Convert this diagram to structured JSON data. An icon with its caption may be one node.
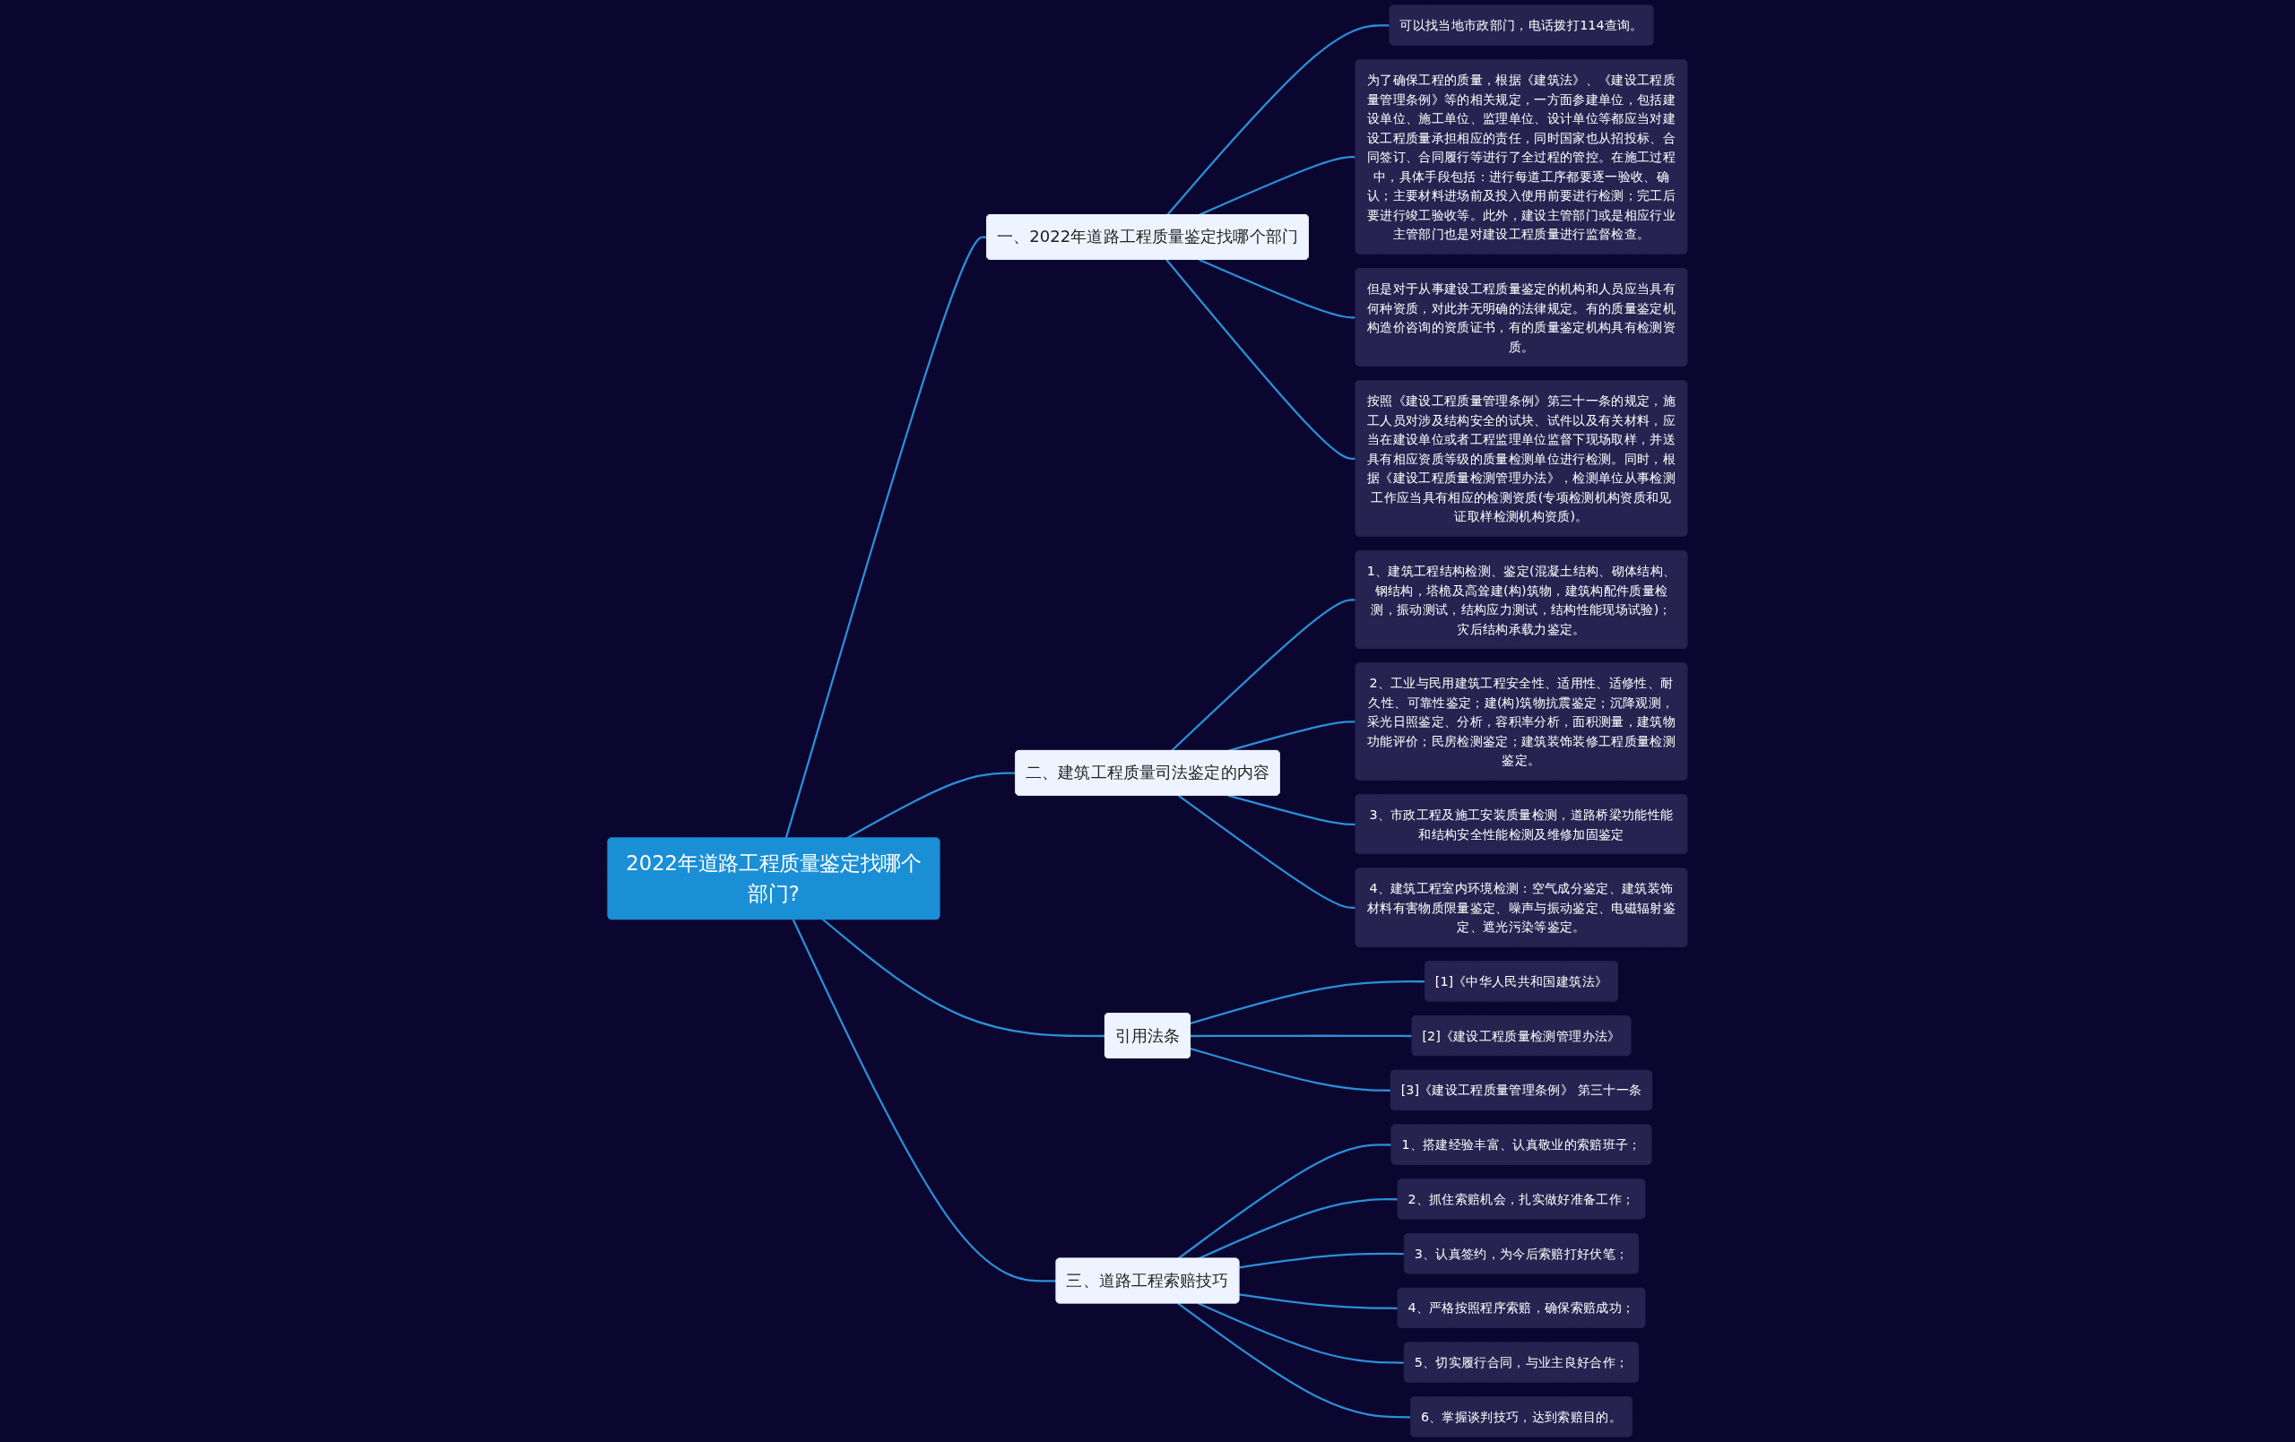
{
  "diagram": {
    "nodes": [
      {
        "text": [
          "2022年道路工程质量鉴定找哪个部门?"
        ]
      },
      {
        "text": [
          "一、2022年道路工程质量鉴定找哪个部门"
        ]
      },
      {
        "text": [
          "可以找当地市政部门，电话拨打114查询。"
        ]
      },
      {
        "text": [
          "为了确保工程的质量，根据《建筑法》、《建设工程质量管理条例》等的相关规定，一方面参建单位，包括建设单位、施工单位、监理单位、设计单位等都应当对建设工程质量承担相应的责任，同时国家也从招投标、合同签订、合同履行等进行了全过程的管控。在施工过程中，具体手段包括：进行每道工序都要逐一验收、确认；主要材料进场前及投入使用前要进行检测；完工后要进行竣工验收等。此外，建设主管部门或是相应行业主管部门也是对建设工程质量进行监督检查。"
        ]
      },
      {
        "text": [
          "但是对于从事建设工程质量鉴定的机构和人员应当具有何种资质，对此并无明确的法律规定。有的质量鉴定机构造价咨询的资质证书，有的质量鉴定机构具有检测资质。"
        ]
      },
      {
        "text": [
          "按照《建设工程质量管理条例》第三十一条的规定，施工人员对涉及结构安全的试块、试件以及有关材料，应当在建设单位或者工程监理单位监督下现场取样，并送具有相应资质等级的质量检测单位进行检测。同时，根据《建设工程质量检测管理办法》，检测单位从事检测工作应当具有相应的检测资质(专项检测机构资质和见证取样检测机构资质)。"
        ]
      },
      {
        "text": [
          "二、建筑工程质量司法鉴定的内容"
        ]
      },
      {
        "text": [
          "1、建筑工程结构检测、鉴定(混凝土结构、砌体结构、钢结构，塔桅及高耸建(构)筑物，建筑构配件质量检测，振动测试，结构应力测试，结构性能现场试验)；灾后结构承载力鉴定。"
        ]
      },
      {
        "text": [
          "2、工业与民用建筑工程安全性、适用性、适修性、耐久性、可靠性鉴定；建(构)筑物抗震鉴定；沉降观测，采光日照鉴定、分析，容积率分析，面积测量，建筑物功能评价；民房检测鉴定；建筑装饰装修工程质量检测鉴定。"
        ]
      },
      {
        "text": [
          "3、市政工程及施工安装质量检测，道路桥梁功能性能和结构安全性能检测及维修加固鉴定"
        ]
      },
      {
        "text": [
          "4、建筑工程室内环境检测：空气成分鉴定、建筑装饰材料有害物质限量鉴定、噪声与振动鉴定、电磁辐射鉴定、遮光污染等鉴定。"
        ]
      },
      {
        "text": [
          "引用法条"
        ]
      },
      {
        "text": [
          "[1]《中华人民共和国建筑法》"
        ]
      },
      {
        "text": [
          "[2]《建设工程质量检测管理办法》"
        ]
      },
      {
        "text": [
          "[3]《建设工程质量管理条例》 第三十一条"
        ]
      },
      {
        "text": [
          "三、道路工程索赔技巧"
        ]
      },
      {
        "text": [
          "1、搭建经验丰富、认真敬业的索赔班子；"
        ]
      },
      {
        "text": [
          "2、抓住索赔机会，扎实做好准备工作；"
        ]
      },
      {
        "text": [
          "3、认真签约，为今后索赔打好伏笔；"
        ]
      },
      {
        "text": [
          "4、严格按照程序索赔，确保索赔成功；"
        ]
      },
      {
        "text": [
          "5、切实履行合同，与业主良好合作；"
        ]
      },
      {
        "text": [
          "6、掌握谈判技巧，达到索赔目的。"
        ]
      }
    ],
    "edges": [
      {
        "from": 0,
        "to": 1,
        "arrow": "none"
      },
      {
        "from": 1,
        "to": 2,
        "arrow": "none"
      },
      {
        "from": 1,
        "to": 3,
        "arrow": "none"
      },
      {
        "from": 1,
        "to": 4,
        "arrow": "none"
      },
      {
        "from": 1,
        "to": 5,
        "arrow": "none"
      },
      {
        "from": 0,
        "to": 6,
        "arrow": "none"
      },
      {
        "from": 6,
        "to": 7,
        "arrow": "none"
      },
      {
        "from": 6,
        "to": 8,
        "arrow": "none"
      },
      {
        "from": 6,
        "to": 9,
        "arrow": "none"
      },
      {
        "from": 6,
        "to": 10,
        "arrow": "none"
      },
      {
        "from": 0,
        "to": 11,
        "arrow": "none"
      },
      {
        "from": 11,
        "to": 12,
        "arrow": "none"
      },
      {
        "from": 11,
        "to": 13,
        "arrow": "none"
      },
      {
        "from": 11,
        "to": 14,
        "arrow": "none"
      },
      {
        "from": 0,
        "to": 15,
        "arrow": "none"
      },
      {
        "from": 15,
        "to": 16,
        "arrow": "none"
      },
      {
        "from": 15,
        "to": 17,
        "arrow": "none"
      },
      {
        "from": 15,
        "to": 18,
        "arrow": "none"
      },
      {
        "from": 15,
        "to": 19,
        "arrow": "none"
      },
      {
        "from": 15,
        "to": 20,
        "arrow": "none"
      },
      {
        "from": 15,
        "to": 21,
        "arrow": "none"
      }
    ]
  }
}
